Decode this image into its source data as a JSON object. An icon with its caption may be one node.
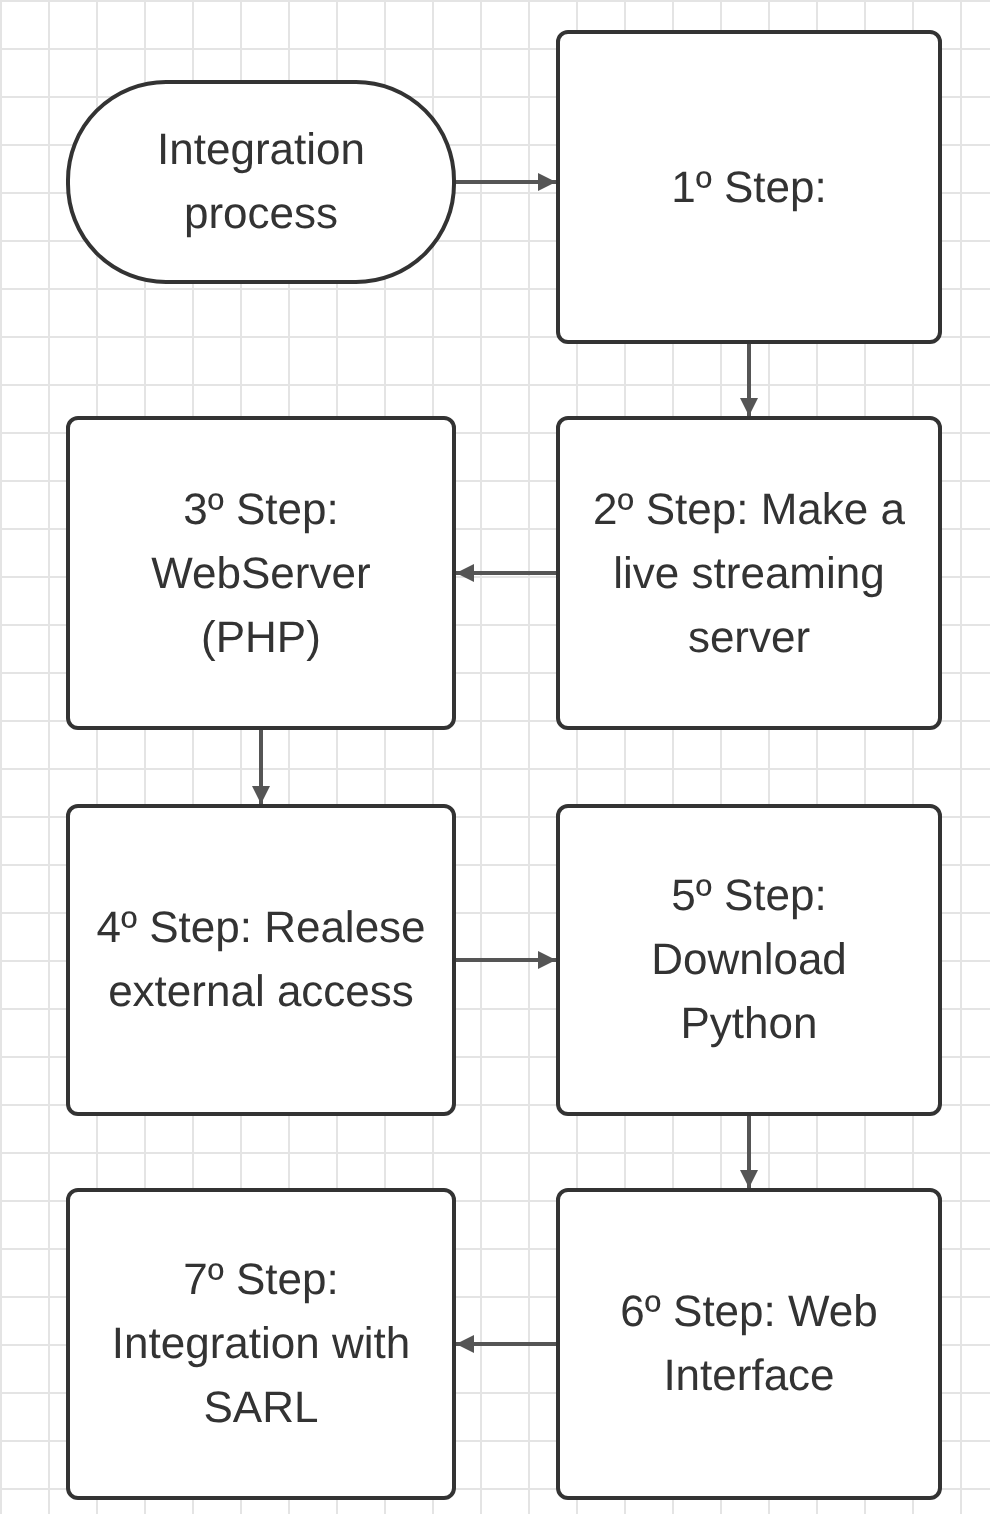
{
  "diagram": {
    "nodes": [
      {
        "text": [
          "Integration process"
        ]
      },
      {
        "text": [
          "1º Step:"
        ]
      },
      {
        "text": [
          "2º Step: Make a live streaming server"
        ]
      },
      {
        "text": [
          "3º Step: WebServer (PHP)"
        ]
      },
      {
        "text": [
          "4º Step: Realese external access"
        ]
      },
      {
        "text": [
          "5º Step: Download Python"
        ]
      },
      {
        "text": [
          "6º Step: Web Interface"
        ]
      },
      {
        "text": [
          "7º Step: Integration with SARL"
        ]
      }
    ],
    "edges": [
      {
        "from": 0,
        "to": 1,
        "arrow": "to"
      },
      {
        "from": 1,
        "to": 2,
        "arrow": "to"
      },
      {
        "from": 2,
        "to": 3,
        "arrow": "to"
      },
      {
        "from": 3,
        "to": 4,
        "arrow": "to"
      },
      {
        "from": 4,
        "to": 5,
        "arrow": "to"
      },
      {
        "from": 5,
        "to": 6,
        "arrow": "to"
      },
      {
        "from": 6,
        "to": 7,
        "arrow": "to"
      }
    ]
  }
}
